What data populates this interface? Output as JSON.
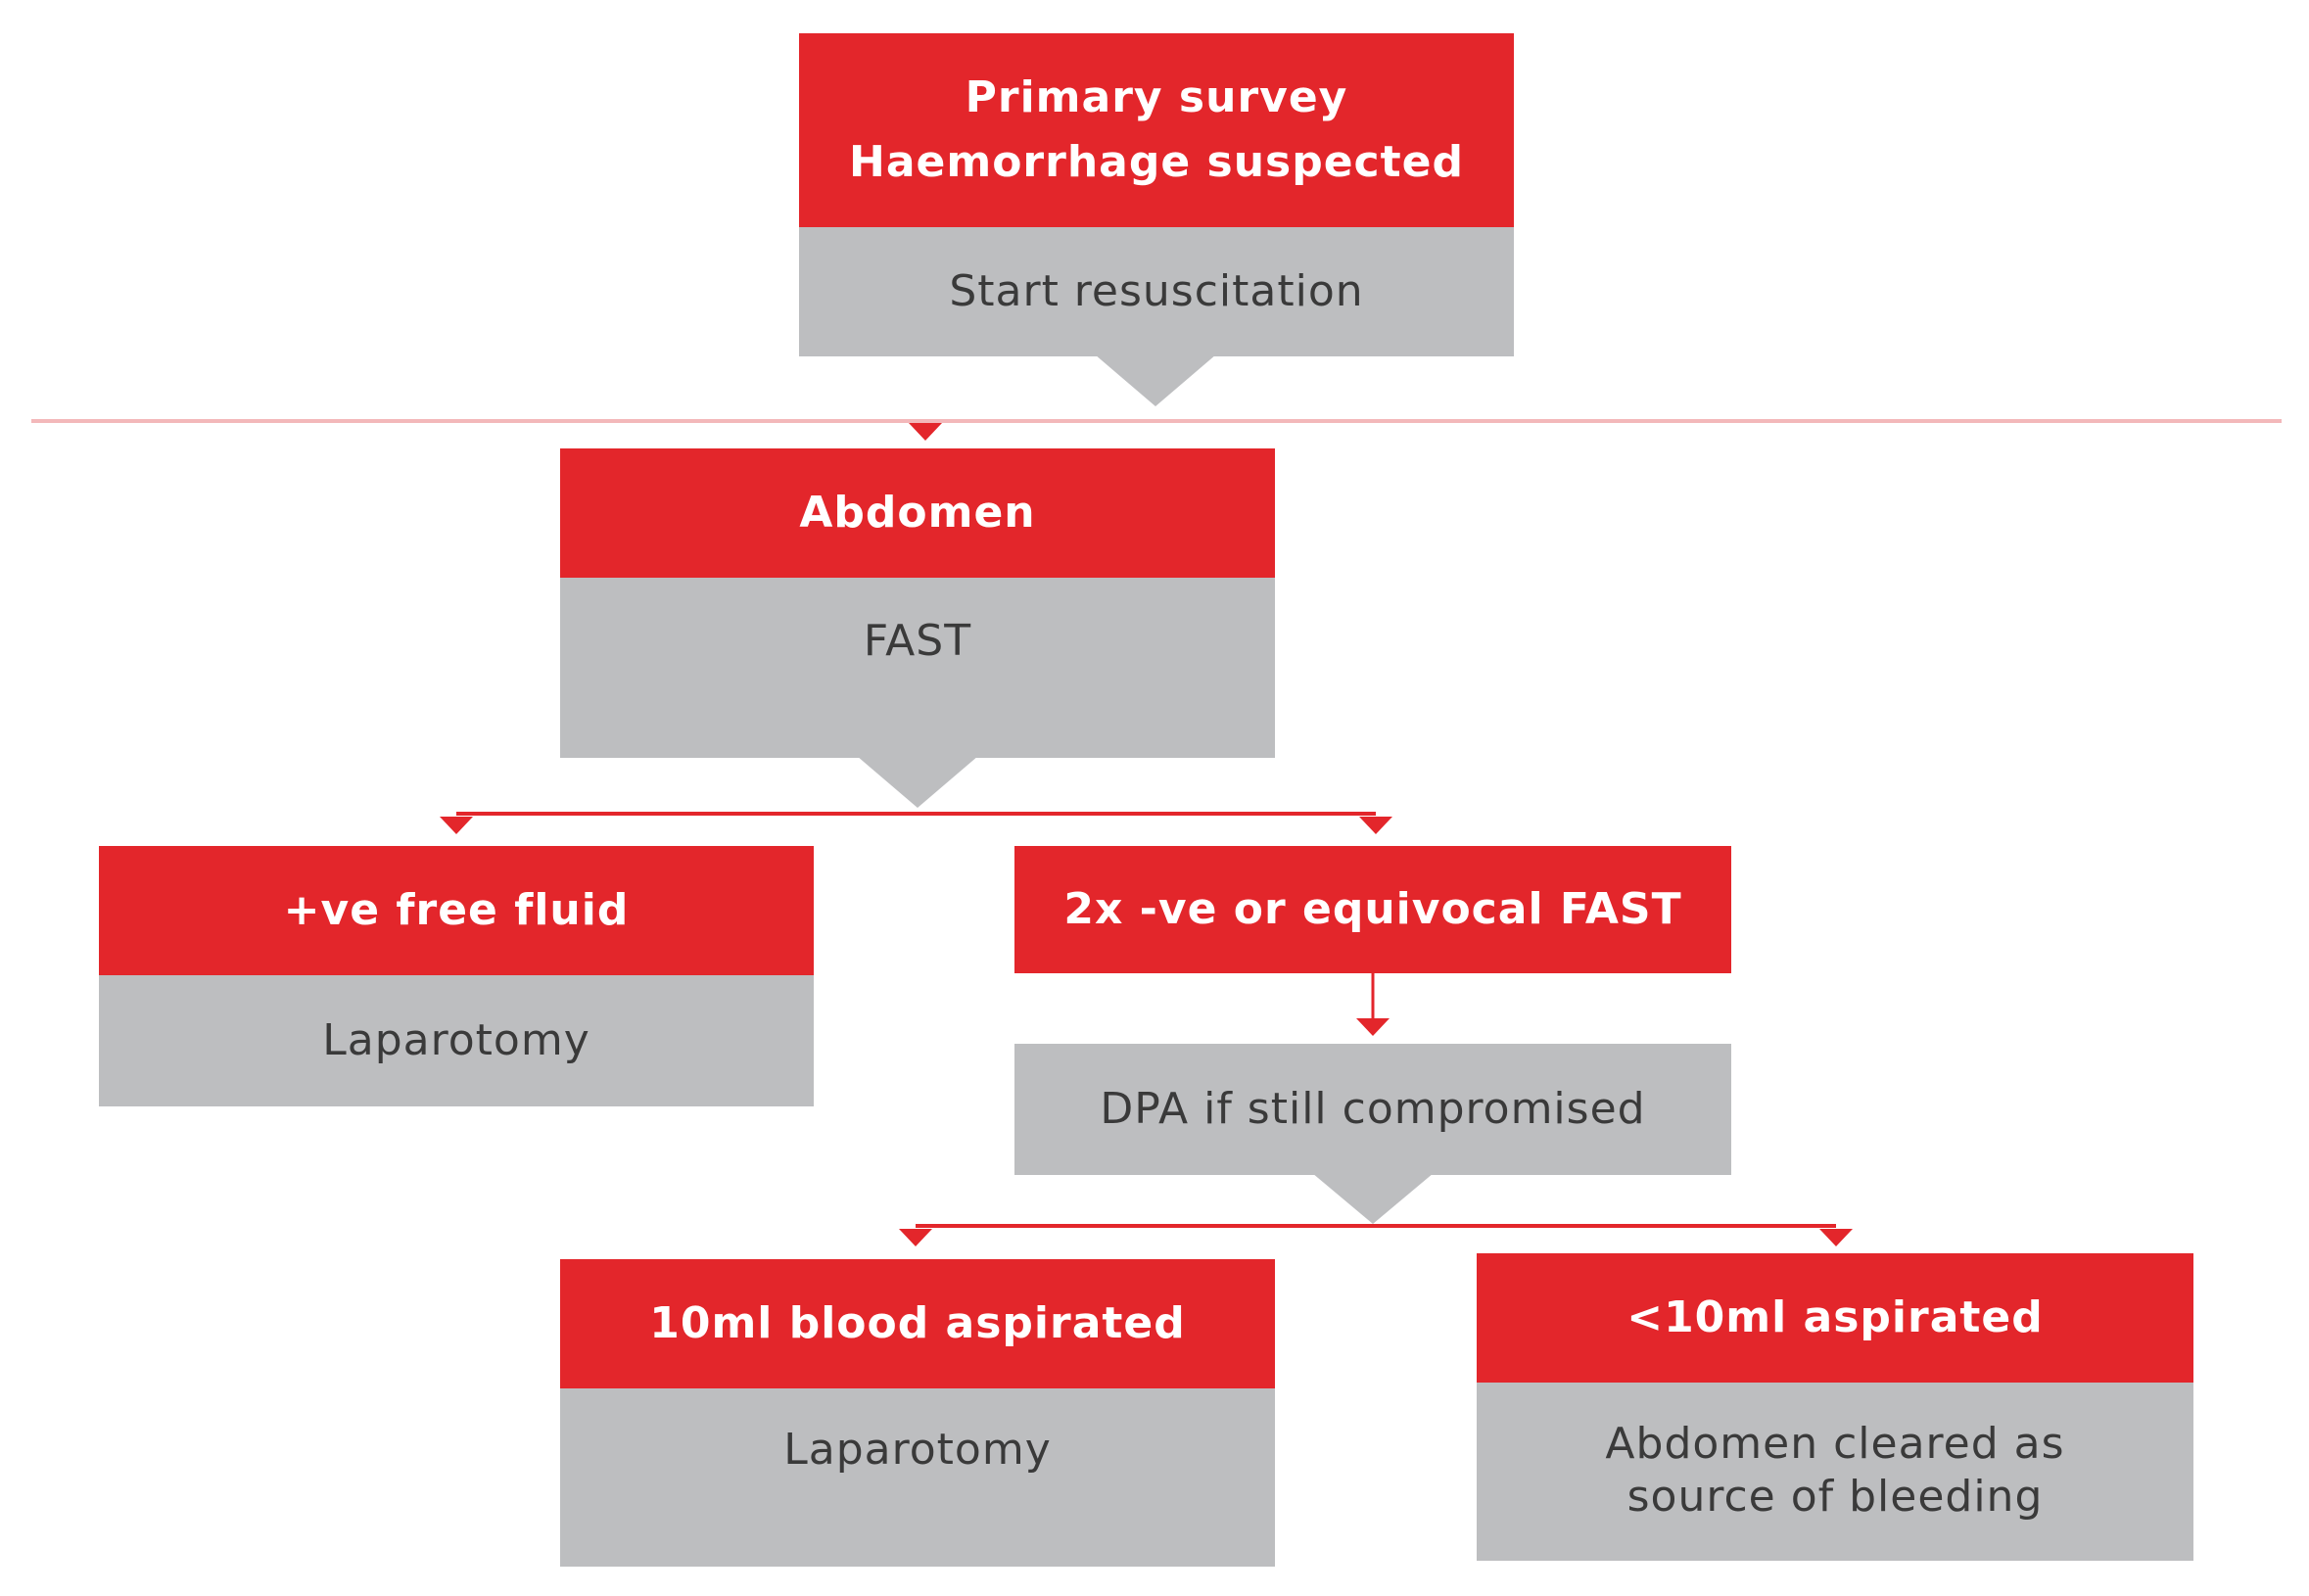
{
  "colors": {
    "header_red": "#e3262b",
    "body_grey": "#bdbec0",
    "connector": "#e3262b",
    "rule": "#f3b8ba",
    "header_text": "#ffffff",
    "body_text": "#3a3a3a"
  },
  "nodes": {
    "primary": {
      "header_line1": "Primary survey",
      "header_line2": "Haemorrhage suspected",
      "body": "Start resuscitation"
    },
    "abdomen": {
      "header": "Abdomen",
      "body": "FAST"
    },
    "positive_fluid": {
      "header": "+ve free fluid",
      "body": "Laparotomy"
    },
    "negative_fast": {
      "header": "2x -ve or equivocal FAST"
    },
    "dpa": {
      "body": "DPA if still compromised"
    },
    "blood_aspirated": {
      "header": "10ml blood aspirated",
      "body": "Laparotomy"
    },
    "less_aspirated": {
      "header": "<10ml aspirated",
      "body_line1": "Abdomen cleared as",
      "body_line2": "source of bleeding"
    }
  }
}
